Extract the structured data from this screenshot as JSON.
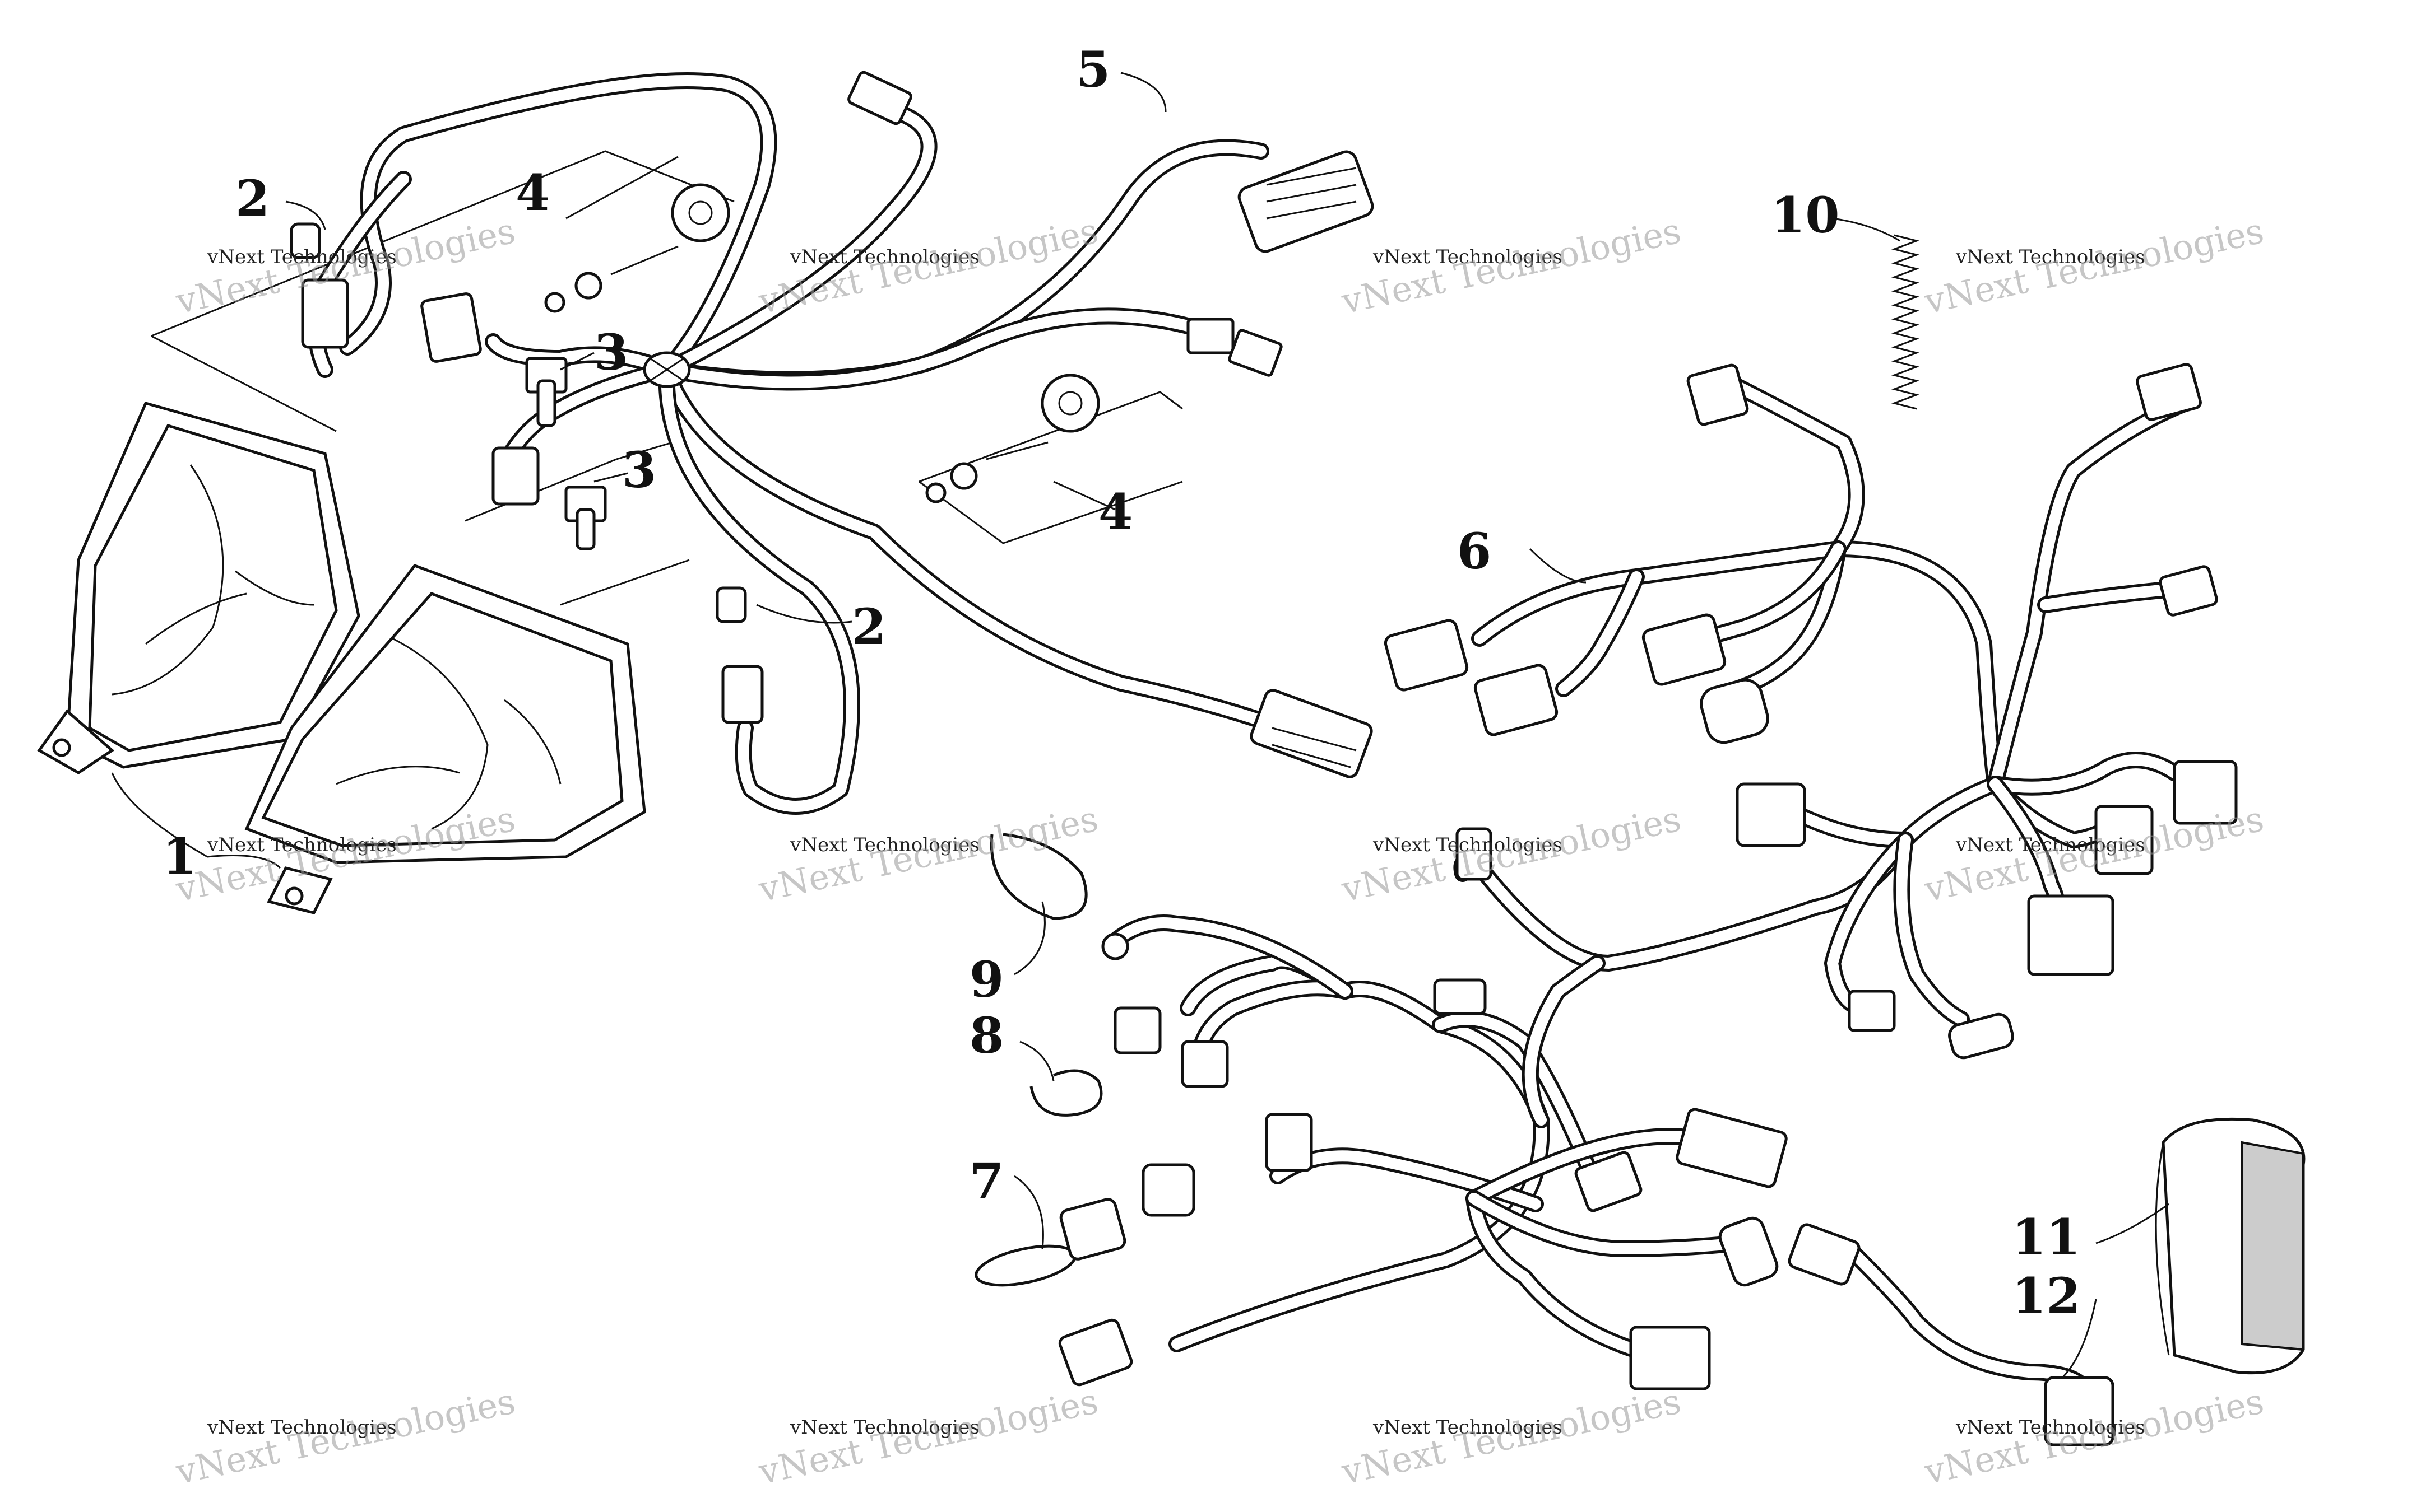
{
  "callouts": {
    "c1": "1",
    "c2a": "2",
    "c2b": "2",
    "c3a": "3",
    "c3b": "3",
    "c4a": "4",
    "c4b": "4",
    "c5": "5",
    "c6": "6",
    "c7": "7",
    "c8": "8",
    "c9": "9",
    "c10": "10",
    "c11": "11",
    "c12": "12"
  },
  "watermark": {
    "line1": "vNext Technologies",
    "line2": "vNext Technologies"
  }
}
